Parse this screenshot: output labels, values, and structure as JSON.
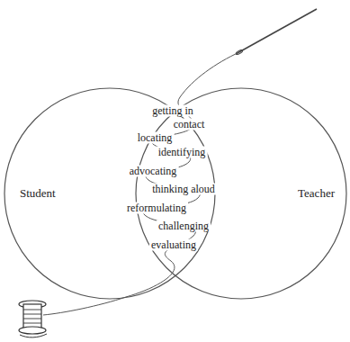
{
  "diagram": {
    "nodes": [
      {
        "text": [
          "Student"
        ]
      },
      {
        "text": [
          "Teacher"
        ]
      }
    ],
    "labels": [
      "getting in",
      "contact",
      "locating",
      "identifying",
      "advocating",
      "thinking aloud",
      "reformulating",
      "challenging",
      "evaluating"
    ]
  }
}
